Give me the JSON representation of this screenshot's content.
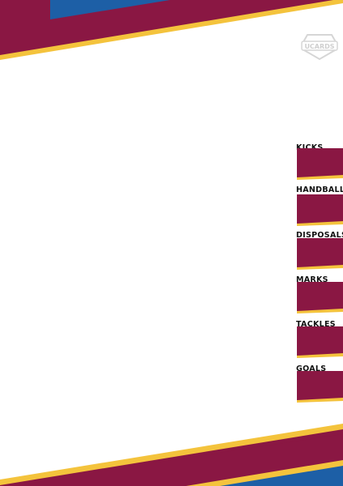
{
  "brand": {
    "logo_text": "UCARDS"
  },
  "colors": {
    "maroon": "#8a1743",
    "gold": "#f4c33c",
    "blue": "#1d5fa6",
    "background": "#ffffff",
    "label": "#111111"
  },
  "stats": [
    {
      "label": "KICKS"
    },
    {
      "label": "HANDBALLS"
    },
    {
      "label": "DISPOSALS"
    },
    {
      "label": "MARKS"
    },
    {
      "label": "TACKLES"
    },
    {
      "label": "GOALS"
    }
  ]
}
